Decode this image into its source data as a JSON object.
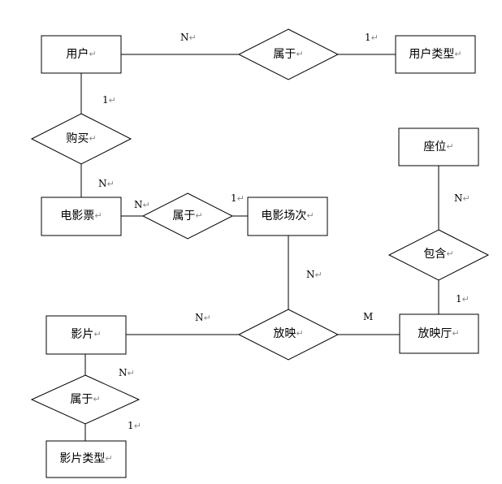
{
  "colors": {
    "line": "#000000",
    "fill": "#ffffff",
    "paragraph_mark": "#888888"
  },
  "paragraph_mark": "↵",
  "entities": {
    "user": "用户",
    "user_type": "用户类型",
    "seat": "座位",
    "ticket": "电影票",
    "screening": "电影场次",
    "film": "影片",
    "hall": "放映厅",
    "film_type": "影片类型"
  },
  "relationships": {
    "user_belongs": "属于",
    "purchase": "购买",
    "ticket_belongs": "属于",
    "contains": "包含",
    "show": "放映",
    "film_belongs": "属于"
  },
  "cardinalities": {
    "user_to_user_belongs": "N",
    "user_belongs_to_user_type": "1",
    "user_to_purchase": "1",
    "purchase_to_ticket": "N",
    "ticket_to_ticket_belongs": "N",
    "ticket_belongs_to_screening": "1",
    "seat_to_contains": "N",
    "contains_to_hall": "1",
    "screening_to_show": "N",
    "film_to_show": "N",
    "show_to_hall": "M",
    "film_to_film_belongs": "N",
    "film_belongs_to_film_type": "1"
  }
}
